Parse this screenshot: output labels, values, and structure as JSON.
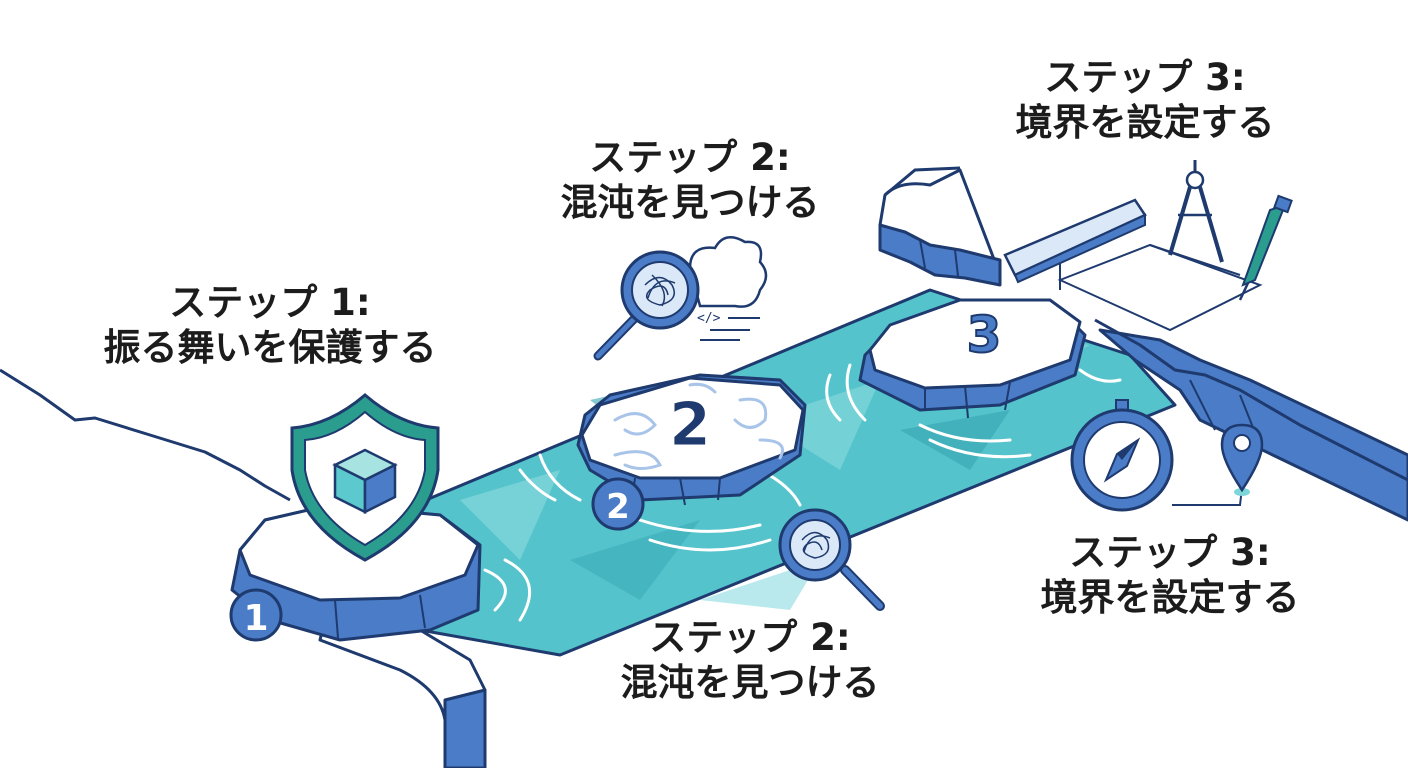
{
  "colors": {
    "outline": "#1e3a6e",
    "rock_side": "#4a7cc7",
    "rock_top": "#ffffff",
    "river_light": "#5cc9cf",
    "river_dark": "#2fa7b1",
    "teal": "#2a9d8f",
    "swirl": "#a8c4e8"
  },
  "steps": {
    "step1": {
      "title": "ステップ 1:",
      "subtitle": "振る舞いを保護する",
      "badge": "1",
      "icon": "shield-cube-icon"
    },
    "step2_upper": {
      "title": "ステップ 2:",
      "subtitle": "混沌を見つける",
      "icon": "magnifier-cloud-icon"
    },
    "step2_lower": {
      "title": "ステップ 2:",
      "subtitle": "混沌を見つける",
      "icon": "magnifier-icon"
    },
    "step2_stone": {
      "number": "2",
      "badge": "2"
    },
    "step3_upper": {
      "title": "ステップ 3:",
      "subtitle": "境界を設定する",
      "icon": "compass-ruler-pencil-icon"
    },
    "step3_lower": {
      "title": "ステップ 3:",
      "subtitle": "境界を設定する",
      "icon": "compass-map-pin-icon"
    },
    "step3_stone": {
      "number": "3"
    }
  }
}
